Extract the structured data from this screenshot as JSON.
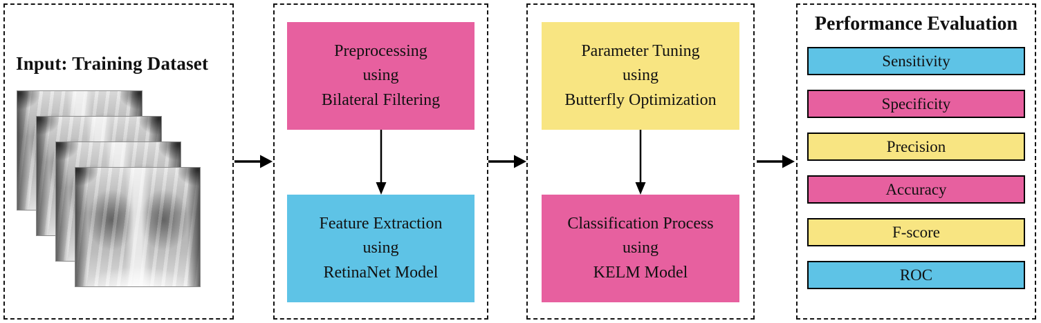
{
  "figure": {
    "type": "flow-diagram",
    "background": "#ffffff",
    "border_color": "#111111"
  },
  "colors": {
    "pink": "#e7609f",
    "blue": "#5ec3e6",
    "yellow": "#f8e582"
  },
  "input_panel": {
    "title": "Input: Training Dataset",
    "image": "chest-xray-stack",
    "image_count": 4
  },
  "stages": [
    {
      "boxes": [
        {
          "lines": [
            "Preprocessing",
            "using",
            "Bilateral Filtering"
          ],
          "color": "#e7609f"
        },
        {
          "lines": [
            "Feature Extraction",
            "using",
            "RetinaNet Model"
          ],
          "color": "#5ec3e6"
        }
      ]
    },
    {
      "boxes": [
        {
          "lines": [
            "Parameter Tuning",
            "using",
            "Butterfly Optimization"
          ],
          "color": "#f8e582"
        },
        {
          "lines": [
            "Classification Process",
            "using",
            "KELM Model"
          ],
          "color": "#e7609f"
        }
      ]
    }
  ],
  "evaluation": {
    "title": "Performance Evaluation",
    "metrics": [
      {
        "label": "Sensitivity",
        "color": "#5ec3e6"
      },
      {
        "label": "Specificity",
        "color": "#e7609f"
      },
      {
        "label": "Precision",
        "color": "#f8e582"
      },
      {
        "label": "Accuracy",
        "color": "#e7609f"
      },
      {
        "label": "F-score",
        "color": "#f8e582"
      },
      {
        "label": "ROC",
        "color": "#5ec3e6"
      }
    ]
  }
}
